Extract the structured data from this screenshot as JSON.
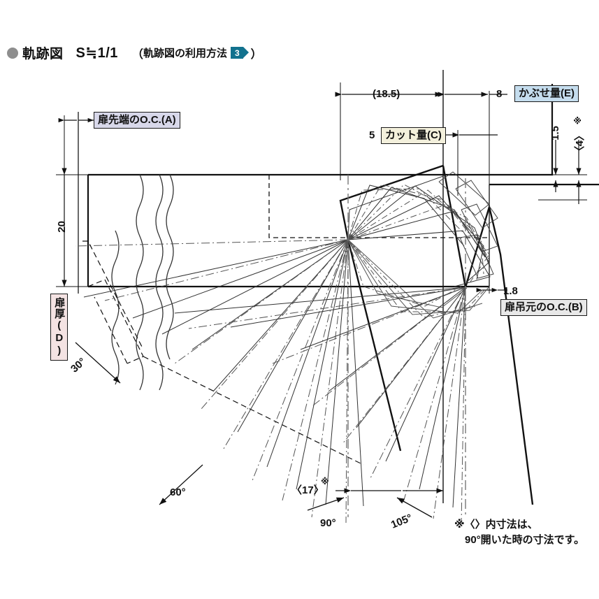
{
  "header": {
    "bullet_icon": "filled-circle-icon",
    "title": "軌跡図",
    "scale": "S≒1/1",
    "ref_open": "（",
    "ref_text": "軌跡図の利用方法",
    "ref_badge": "3",
    "ref_close": "）"
  },
  "labels": {
    "door_tip_oc": "扉先端のO.C.(A)",
    "door_hinge_oc": "扉吊元のO.C.(B)",
    "cut_amount": "カット量(C)",
    "door_thickness": "扉厚(D)",
    "overlay_amount": "かぶせ量(E)"
  },
  "dimensions": {
    "d_18_5": "(18.5)",
    "d_8": "8",
    "d_5": "5",
    "d_1_5": "1.5",
    "d_4_bracket": "〈4〉",
    "d_4_mark": "※",
    "d_20": "20",
    "d_1_8": "1.8",
    "d_17_bracket": "〈17〉",
    "d_17_mark": "※"
  },
  "angles": {
    "a30": "30°",
    "a60": "60°",
    "a90": "90°",
    "a105": "105°"
  },
  "note": {
    "line1": "※〈〉内寸法は、",
    "line2": "　90°開いた時の寸法です。"
  },
  "colors": {
    "label_a_bg": "#d8d8ea",
    "label_c_bg": "#f3f0dc",
    "label_e_bg": "#c5ddee",
    "label_b_bg": "#e8e8e8",
    "label_d_bg": "#f4e3e3",
    "badge_bg": "#12728e",
    "line": "#111111",
    "thin_line": "#555555"
  },
  "chart_data": {
    "type": "diagram",
    "title": "軌跡図 S≒1/1",
    "description": "Hinge door-swing trajectory drawing",
    "dimension_values": [
      {
        "label": "(18.5)",
        "orientation": "horizontal"
      },
      {
        "label": "8",
        "orientation": "horizontal"
      },
      {
        "label": "5",
        "orientation": "horizontal"
      },
      {
        "label": "20",
        "orientation": "vertical"
      },
      {
        "label": "1.5",
        "orientation": "vertical"
      },
      {
        "label": "〈4〉",
        "orientation": "vertical"
      },
      {
        "label": "1.8",
        "orientation": "horizontal"
      },
      {
        "label": "〈17〉",
        "orientation": "horizontal"
      }
    ],
    "angle_marks": [
      "30°",
      "60°",
      "90°",
      "105°"
    ]
  }
}
